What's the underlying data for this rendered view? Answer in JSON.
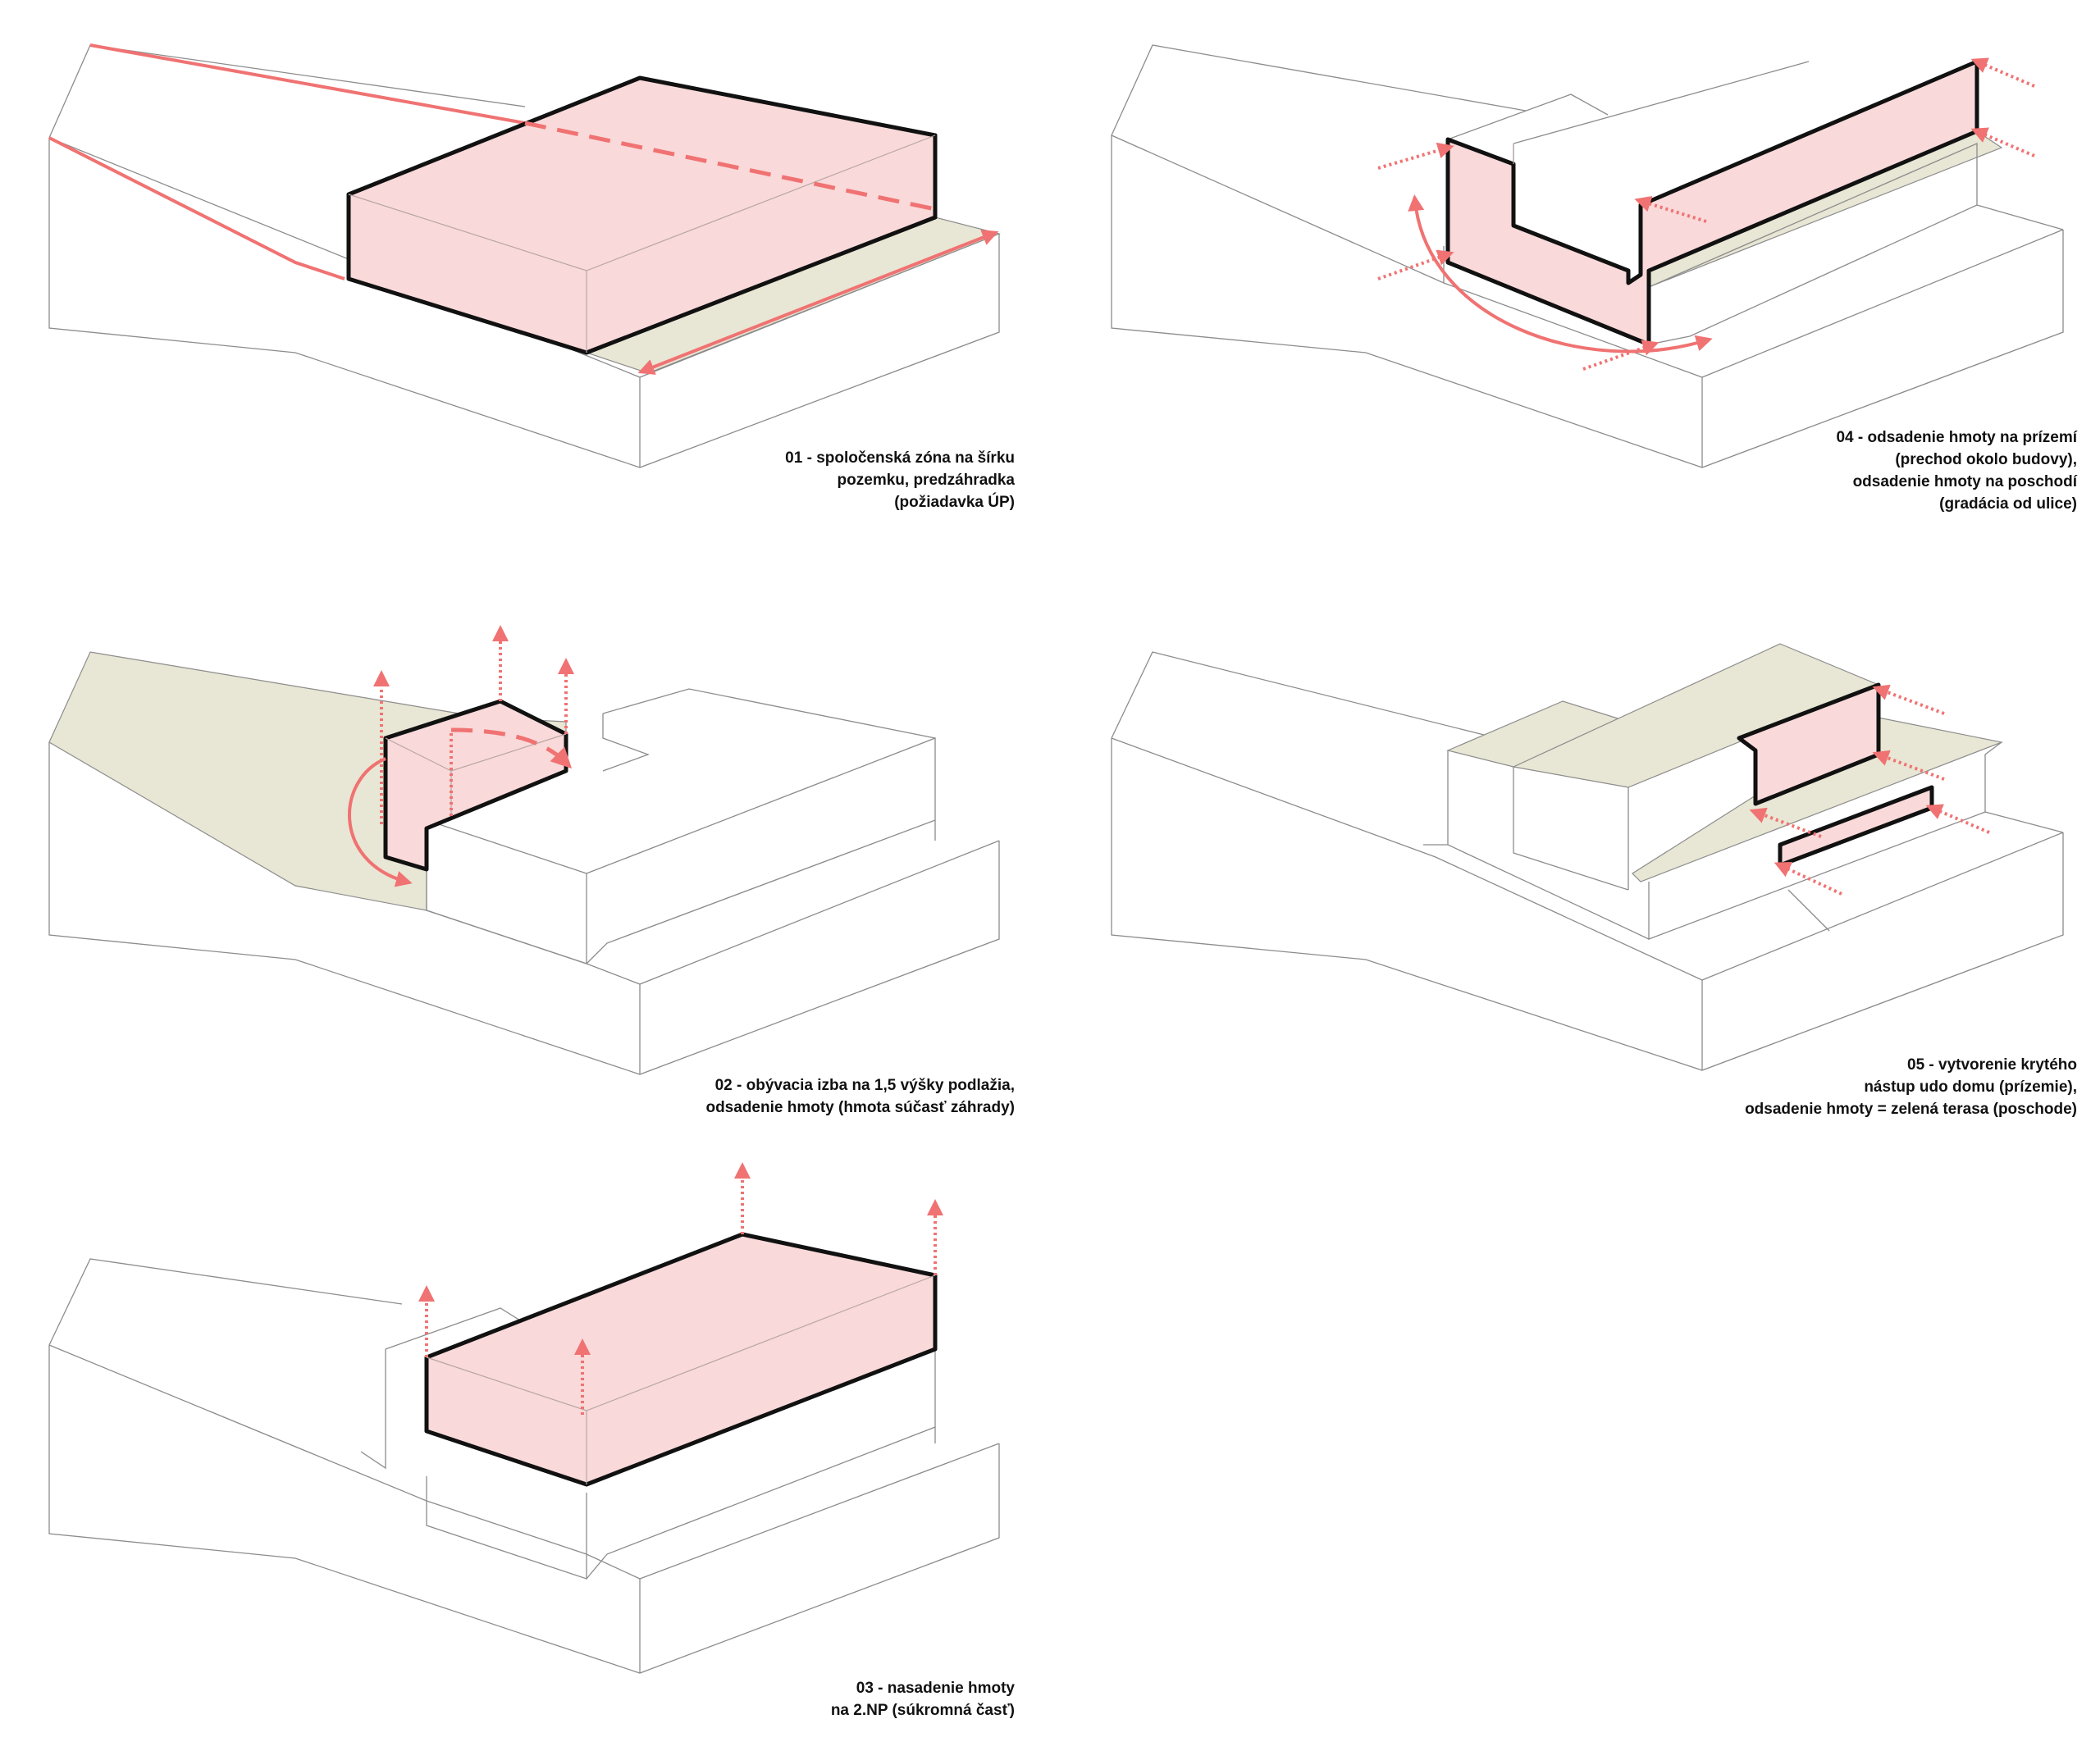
{
  "diagrams": [
    {
      "id": "01",
      "caption_lines": [
        "01 - spoločenská zóna na šírku",
        "pozemku, predzáhradka",
        "(požiadavka ÚP)"
      ]
    },
    {
      "id": "02",
      "caption_lines": [
        "02 - obývacia izba na 1,5 výšky podlažia,",
        "odsadenie hmoty (hmota súčasť záhrady)"
      ]
    },
    {
      "id": "03",
      "caption_lines": [
        "03 - nasadenie hmoty",
        "na 2.NP (súkromná časť)"
      ]
    },
    {
      "id": "04",
      "caption_lines": [
        "04 - odsadenie hmoty na prízemí",
        "(prechod okolo budovy),",
        "odsadenie hmoty na poschodí",
        "(gradácia od ulice)"
      ]
    },
    {
      "id": "05",
      "caption_lines": [
        "05 - vytvorenie krytého",
        "nástup udo domu (prízemie),",
        "odsadenie hmoty = zelená terasa (poschode)"
      ]
    }
  ],
  "colors": {
    "volume_fill": "#f9d9d9",
    "accent_arrow": "#f07272",
    "zone_fill": "#e8e6d4",
    "outline": "#111111",
    "site_line": "#8c8c8c"
  }
}
